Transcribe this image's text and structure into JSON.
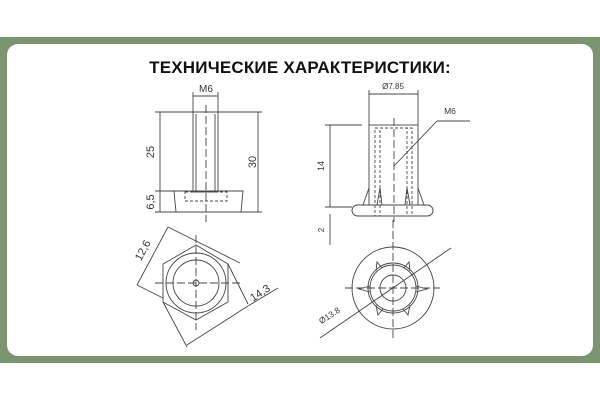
{
  "title": "ТЕХНИЧЕСКИЕ ХАРАКТЕРИСТИКИ:",
  "colors": {
    "frame": "#7a9570",
    "line": "#444444"
  },
  "bolt_side": {
    "thread": "M6",
    "shaft_length": "25",
    "base_height": "6,5",
    "total_height": "30"
  },
  "bolt_bottom": {
    "across_flats": "12,6",
    "across_corners": "14,3"
  },
  "insert_side": {
    "diameter": "Ø7.85",
    "thread": "M6",
    "body_height": "14",
    "flange_height": "2"
  },
  "insert_bottom": {
    "flange_diameter": "Ø13.8"
  }
}
